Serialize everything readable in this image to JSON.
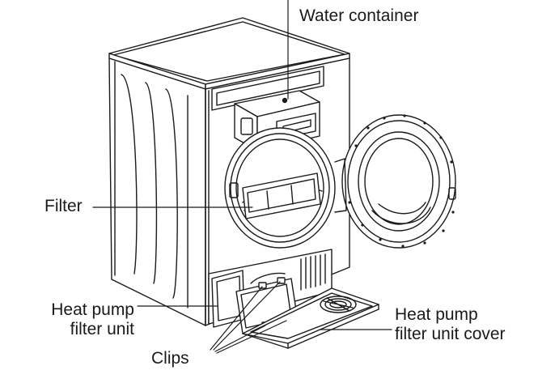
{
  "labels": {
    "water_container": "Water container",
    "filter": "Filter",
    "heat_pump_filter_unit": [
      "Heat pump",
      "filter unit"
    ],
    "heat_pump_filter_unit_cover": [
      "Heat pump",
      "filter unit cover"
    ],
    "clips": "Clips"
  },
  "colors": {
    "line": "#1a1a1a",
    "background": "#ffffff"
  }
}
